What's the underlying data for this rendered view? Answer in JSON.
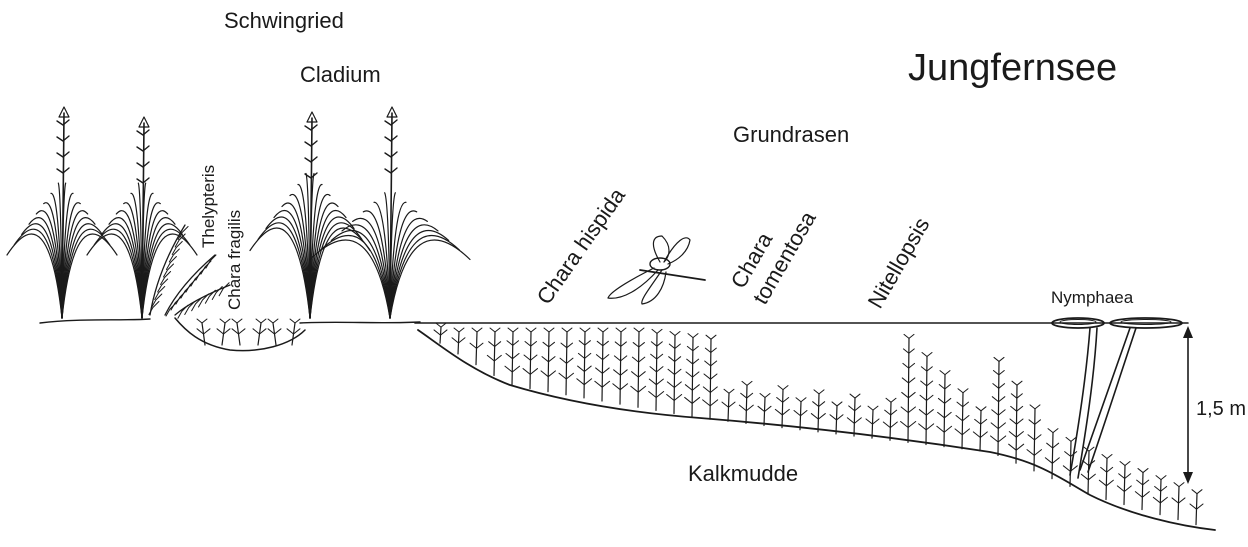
{
  "labels": {
    "schwingried": "Schwingried",
    "cladium": "Cladium",
    "jungfernsee": "Jungfernsee",
    "grundrasen": "Grundrasen",
    "thelypteris": "Thelypteris",
    "chara_fragilis": "Chara fragilis",
    "chara_hispida": "Chara hispida",
    "chara_tomentosa_line1": "Chara",
    "chara_tomentosa_line2": "tomentosa",
    "nitellopsis": "Nitellopsis",
    "nymphaea": "Nymphaea",
    "depth": "1,5 m",
    "kalkmudde": "Kalkmudde"
  },
  "colors": {
    "ink": "#1a1a1a",
    "background": "#ffffff"
  }
}
